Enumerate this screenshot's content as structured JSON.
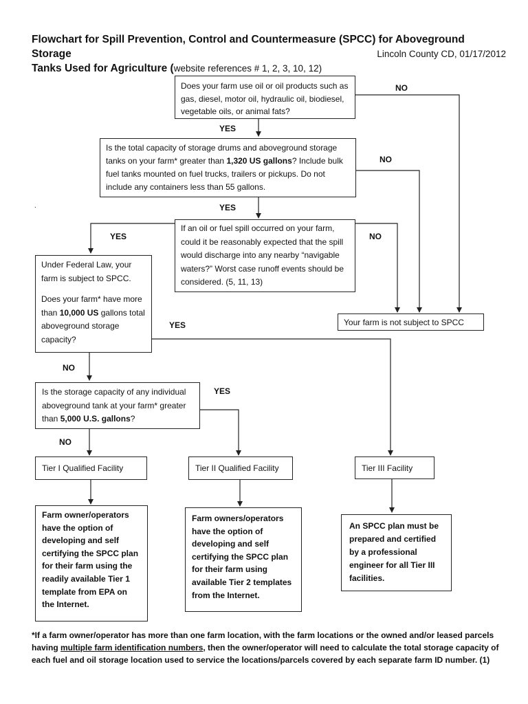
{
  "title": {
    "line1": "Flowchart for Spill Prevention, Control and Countermeasure (SPCC) for Aboveground Storage",
    "line2_main": "Tanks Used for Agriculture (",
    "line2_ref": "website references # 1, 2, 3, 10, 12)",
    "org": "Lincoln County CD, 01/17/2012"
  },
  "boxes": {
    "q1": "Does your farm use oil or oil products such as gas, diesel, motor oil, hydraulic oil, biodiesel, vegetable oils, or animal fats?",
    "q2_a": "Is the total capacity of storage drums and aboveground storage tanks on your farm* greater than ",
    "q2_b": "1,320 US gallons",
    "q2_c": "?  Include bulk fuel tanks mounted on fuel trucks, trailers or pickups.  Do not include any containers less than 55 gallons.",
    "q3": "If an oil or fuel spill occurred on your farm, could it be reasonably expected that the spill would discharge into any nearby “navigable waters?”  Worst case runoff events should be considered.  (5, 11, 13)",
    "fed_a": "Under Federal Law, your farm is subject to SPCC.",
    "fed_b": "Does your farm* have more than ",
    "fed_c": "10,000 US",
    "fed_d": " gallons total aboveground storage capacity?",
    "not_subject": "Your farm is not subject to SPCC",
    "q5_a": "Is the storage capacity of any individual aboveground tank at your farm* greater than ",
    "q5_b": "5,000 U.S. gallons",
    "q5_c": "?",
    "tier1": "Tier I Qualified Facility",
    "tier2": "Tier II Qualified Facility",
    "tier3": "Tier III Facility",
    "tier1_desc_a": "Farm owner/operators have the option of developing and self certifying the SPCC plan for their farm using the readily available ",
    "tier1_desc_b": "Tier 1",
    "tier1_desc_c": " template from EPA on the Internet.",
    "tier2_desc_a": "Farm owners/operators have the option of developing and self certifying the SPCC plan for their farm using available ",
    "tier2_desc_b": "Tier 2",
    "tier2_desc_c": " templates from the Internet.",
    "tier3_desc_a": "An SPCC plan must be prepared and certified by a ",
    "tier3_desc_b": "professional",
    "tier3_desc_c": " engineer for all Tier III facilities."
  },
  "labels": {
    "yes": "YES",
    "no": "NO"
  },
  "footnote": {
    "a": "*If a farm owner/operator has more than one farm location, with the farm locations or the owned and/or leased parcels having ",
    "b": "multiple farm identification numbers",
    "c": ", then the owner/operator will need to calculate the total storage capacity of each fuel and oil storage location used to service the locations/parcels covered by each separate farm ID number. (1)"
  },
  "stray_mark": "."
}
